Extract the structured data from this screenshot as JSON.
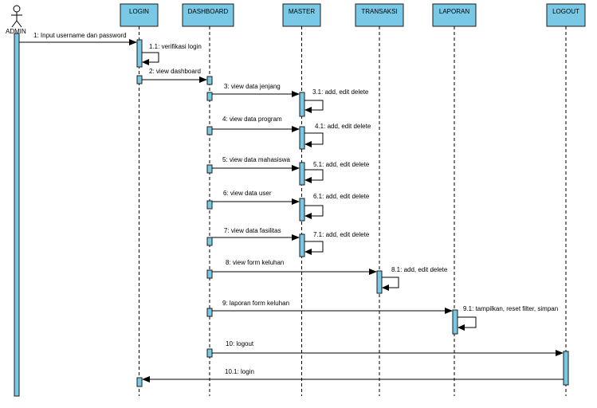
{
  "diagram": {
    "actor": {
      "label": "ADMIN"
    },
    "lifelines": [
      {
        "id": "login",
        "label": "LOGIN"
      },
      {
        "id": "dashboard",
        "label": "DASHBOARD"
      },
      {
        "id": "master",
        "label": "MASTER"
      },
      {
        "id": "transaksi",
        "label": "TRANSAKSI"
      },
      {
        "id": "laporan",
        "label": "LAPORAN"
      },
      {
        "id": "logout",
        "label": "LOGOUT"
      }
    ],
    "messages": [
      {
        "label": "1: Input username dan password"
      },
      {
        "label": "1.1: verifikasi login"
      },
      {
        "label": "2: view dashboard"
      },
      {
        "label": "3: view data jenjang"
      },
      {
        "label": "3.1: add, edit  delete"
      },
      {
        "label": "4: view data program"
      },
      {
        "label": "4.1: add, edit  delete"
      },
      {
        "label": "5: view data mahasiswa"
      },
      {
        "label": "5.1: add, edit  delete"
      },
      {
        "label": "6: view data user"
      },
      {
        "label": "6.1: add, edit  delete"
      },
      {
        "label": "7: view data fasilitas"
      },
      {
        "label": "7.1: add, edit  delete"
      },
      {
        "label": "8: view form keluhan"
      },
      {
        "label": "8.1: add, edit  delete"
      },
      {
        "label": "9: laporan form keluhan"
      },
      {
        "label": "9.1: tampilkan, reset filter, simpan"
      },
      {
        "label": "10: logout"
      },
      {
        "label": "10.1: login"
      }
    ]
  }
}
